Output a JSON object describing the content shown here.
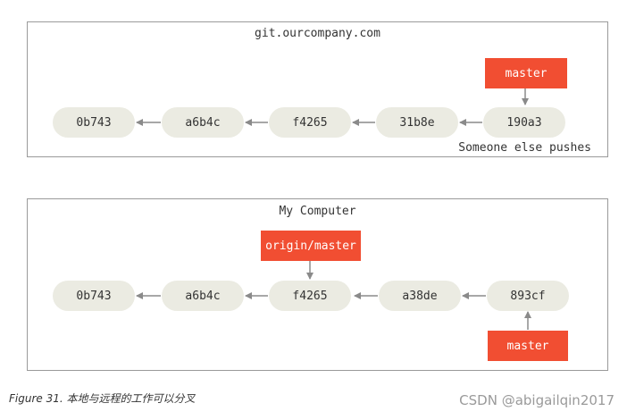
{
  "remote": {
    "title": "git.ourcompany.com",
    "commits": [
      "0b743",
      "a6b4c",
      "f4265",
      "31b8e",
      "190a3"
    ],
    "branch_label": "master",
    "note": "Someone else pushes"
  },
  "local": {
    "title": "My Computer",
    "commits": [
      "0b743",
      "a6b4c",
      "f4265",
      "a38de",
      "893cf"
    ],
    "remote_branch_label": "origin/master",
    "branch_label": "master"
  },
  "caption": "Figure 31. 本地与远程的工作可以分叉",
  "watermark": "CSDN @abigailqin2017",
  "colors": {
    "commit_fill": "#ebebe2",
    "branch_fill": "#f14e32",
    "arrow": "#8a8a8a",
    "border": "#9a9a9a"
  }
}
